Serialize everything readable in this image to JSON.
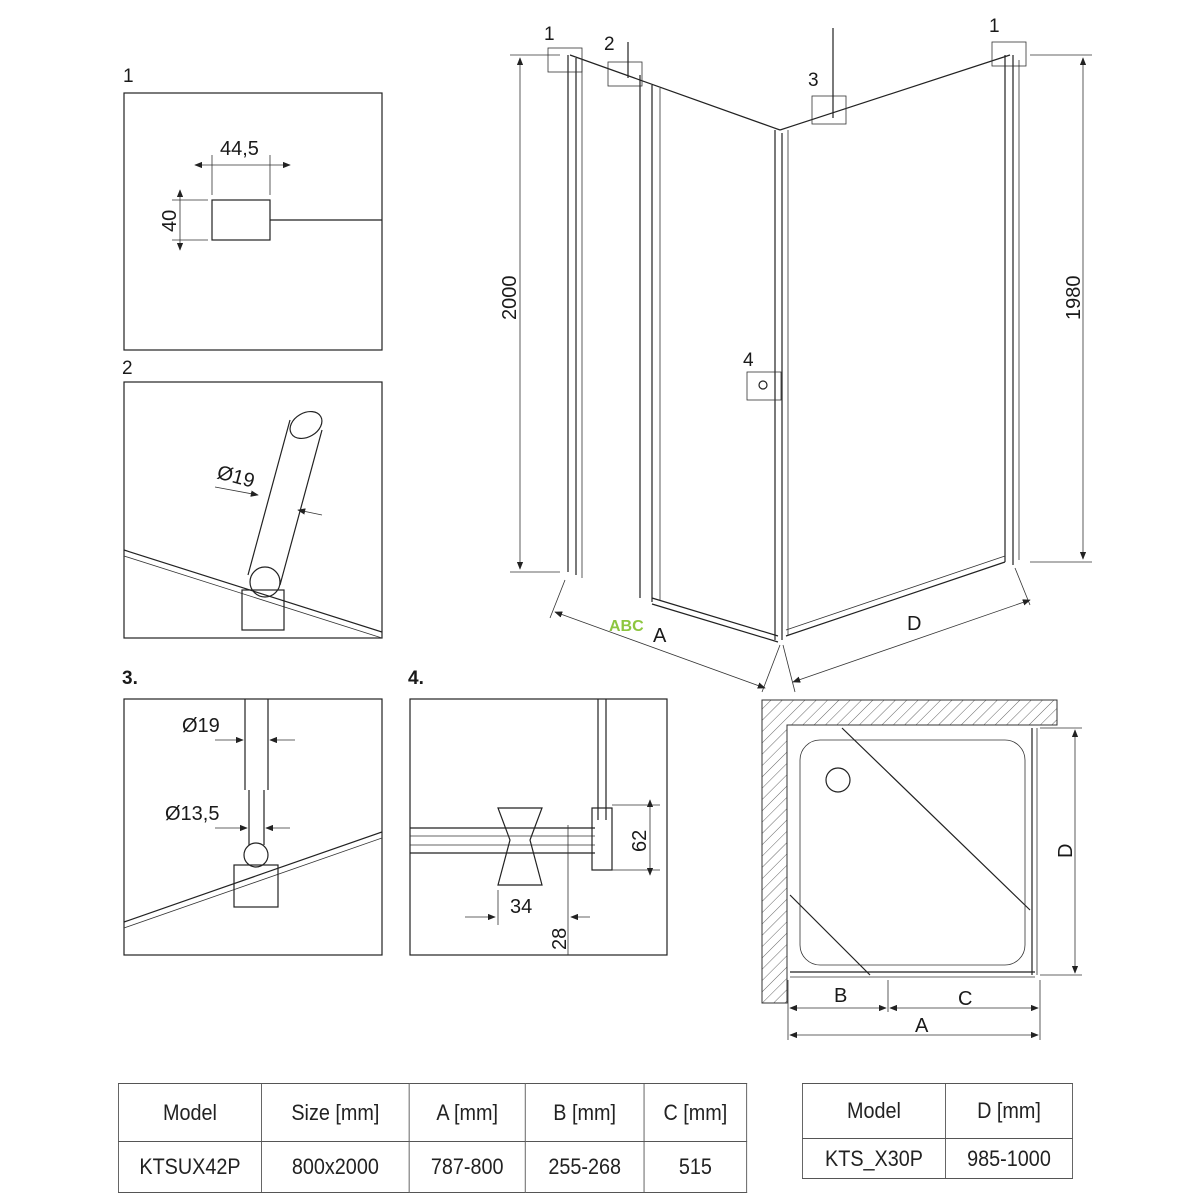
{
  "details": {
    "d1": {
      "label": "1",
      "width": "44,5",
      "height": "40"
    },
    "d2": {
      "label": "2",
      "diameter": "Ø19"
    },
    "d3": {
      "label": "3.",
      "diameter_outer": "Ø19",
      "diameter_inner": "Ø13,5"
    },
    "d4": {
      "label": "4.",
      "offset_x": "34",
      "offset_y": "28",
      "height": "62"
    }
  },
  "main_view": {
    "callouts": [
      "1",
      "2",
      "3",
      "1",
      "4"
    ],
    "height_left": "2000",
    "height_right": "1980",
    "dim_a": "A",
    "dim_d": "D",
    "watermark": "ABC"
  },
  "plan_view": {
    "dim_b": "B",
    "dim_c": "C",
    "dim_a": "A",
    "dim_d": "D"
  },
  "table_main": {
    "headers": [
      "Model",
      "Size [mm]",
      "A [mm]",
      "B [mm]",
      "C [mm]"
    ],
    "row": [
      "KTSUX42P",
      "800x2000",
      "787-800",
      "255-268",
      "515"
    ]
  },
  "table_side": {
    "headers": [
      "Model",
      "D [mm]"
    ],
    "row": [
      "KTS_X30P",
      "985-1000"
    ]
  },
  "colors": {
    "watermark": "#8dc63f",
    "line": "#222222"
  }
}
